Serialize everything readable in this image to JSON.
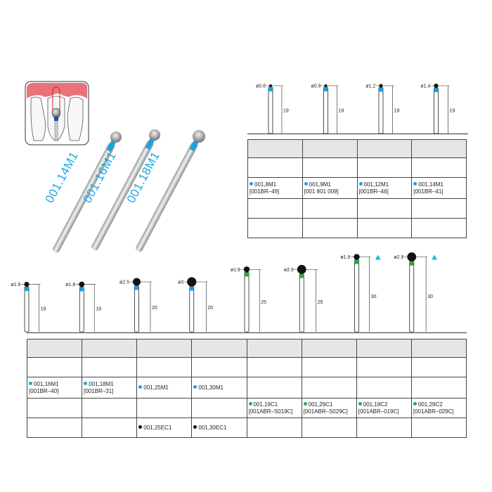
{
  "photo": {
    "bur_labels": [
      "001.14M1",
      "001.16M1",
      "001.18M1"
    ]
  },
  "colors": {
    "blue": "#1aa3e0",
    "green": "#2aa84a",
    "black": "#111111",
    "cyan_marker": "#1fb6d6",
    "header_gray": "#e6e6e6"
  },
  "top_section": {
    "burs": [
      {
        "diameter": "ø0.8",
        "length": "19",
        "band": "blue"
      },
      {
        "diameter": "ø0.9",
        "length": "19",
        "band": "blue"
      },
      {
        "diameter": "ø1.2",
        "length": "19",
        "band": "blue"
      },
      {
        "diameter": "ø1.4",
        "length": "19",
        "band": "blue"
      }
    ],
    "table": [
      [
        {
          "lines": []
        },
        {
          "lines": []
        },
        {
          "lines": []
        },
        {
          "lines": []
        }
      ],
      [
        {
          "lines": []
        },
        {
          "lines": []
        },
        {
          "lines": []
        },
        {
          "lines": []
        }
      ],
      [
        {
          "dot": "blue",
          "lines": [
            "001,8M1",
            "[001BR–49]"
          ]
        },
        {
          "dot": "blue",
          "lines": [
            "001,9M1",
            "[001 801 009]"
          ]
        },
        {
          "dot": "blue",
          "lines": [
            "001,12M1",
            "[001BR–46]"
          ]
        },
        {
          "dot": "blue",
          "lines": [
            "001,14M1",
            "[001BR–41]"
          ]
        }
      ],
      [
        {
          "lines": []
        },
        {
          "lines": []
        },
        {
          "lines": []
        },
        {
          "lines": []
        }
      ],
      [
        {
          "lines": []
        },
        {
          "lines": []
        },
        {
          "lines": []
        },
        {
          "lines": []
        }
      ]
    ]
  },
  "bottom_section": {
    "burs": [
      {
        "diameter": "ø1.6",
        "length": "19",
        "band": "blue",
        "marker": false
      },
      {
        "diameter": "ø1.8",
        "length": "19",
        "band": "blue",
        "marker": false
      },
      {
        "diameter": "ø2.5",
        "length": "20",
        "band": "blue",
        "marker": false
      },
      {
        "diameter": "ø3",
        "length": "20",
        "band": "blue",
        "marker": false
      },
      {
        "diameter": "ø1.9",
        "length": "25",
        "band": "green",
        "marker": false
      },
      {
        "diameter": "ø2.9",
        "length": "25",
        "band": "green",
        "marker": false
      },
      {
        "diameter": "ø1.9",
        "length": "30",
        "band": "green",
        "marker": true
      },
      {
        "diameter": "ø2.9",
        "length": "30",
        "band": "green",
        "marker": true
      }
    ],
    "table": [
      [
        {
          "lines": []
        },
        {
          "lines": []
        },
        {
          "lines": []
        },
        {
          "lines": []
        },
        {
          "lines": []
        },
        {
          "lines": []
        },
        {
          "lines": []
        },
        {
          "lines": []
        }
      ],
      [
        {
          "lines": []
        },
        {
          "lines": []
        },
        {
          "lines": []
        },
        {
          "lines": []
        },
        {
          "lines": []
        },
        {
          "lines": []
        },
        {
          "lines": []
        },
        {
          "lines": []
        }
      ],
      [
        {
          "dot": "blue",
          "lines": [
            "001,16M1",
            "[001BR–40]"
          ]
        },
        {
          "dot": "blue",
          "lines": [
            "001,18M1",
            "[001BR–31]"
          ]
        },
        {
          "dot": "blue",
          "lines": [
            "001,25M1"
          ]
        },
        {
          "dot": "blue",
          "lines": [
            "001,30M1"
          ]
        },
        {
          "lines": []
        },
        {
          "lines": []
        },
        {
          "lines": []
        },
        {
          "lines": []
        }
      ],
      [
        {
          "lines": []
        },
        {
          "lines": []
        },
        {
          "lines": []
        },
        {
          "lines": []
        },
        {
          "dot": "green",
          "lines": [
            "001,19C1",
            "[001ABR–S019C]"
          ]
        },
        {
          "dot": "green",
          "lines": [
            "001,29C1",
            "[001ABR–S029C]"
          ]
        },
        {
          "dot": "green",
          "lines": [
            "001,19C2",
            "[001ABR–019C]"
          ]
        },
        {
          "dot": "green",
          "lines": [
            "001,29C2",
            "[001ABR–029C]"
          ]
        }
      ],
      [
        {
          "lines": []
        },
        {
          "lines": []
        },
        {
          "dot": "black",
          "lines": [
            "001,25EC1"
          ]
        },
        {
          "dot": "black",
          "lines": [
            "001,30EC1"
          ]
        },
        {
          "lines": []
        },
        {
          "lines": []
        },
        {
          "lines": []
        },
        {
          "lines": []
        }
      ]
    ]
  }
}
